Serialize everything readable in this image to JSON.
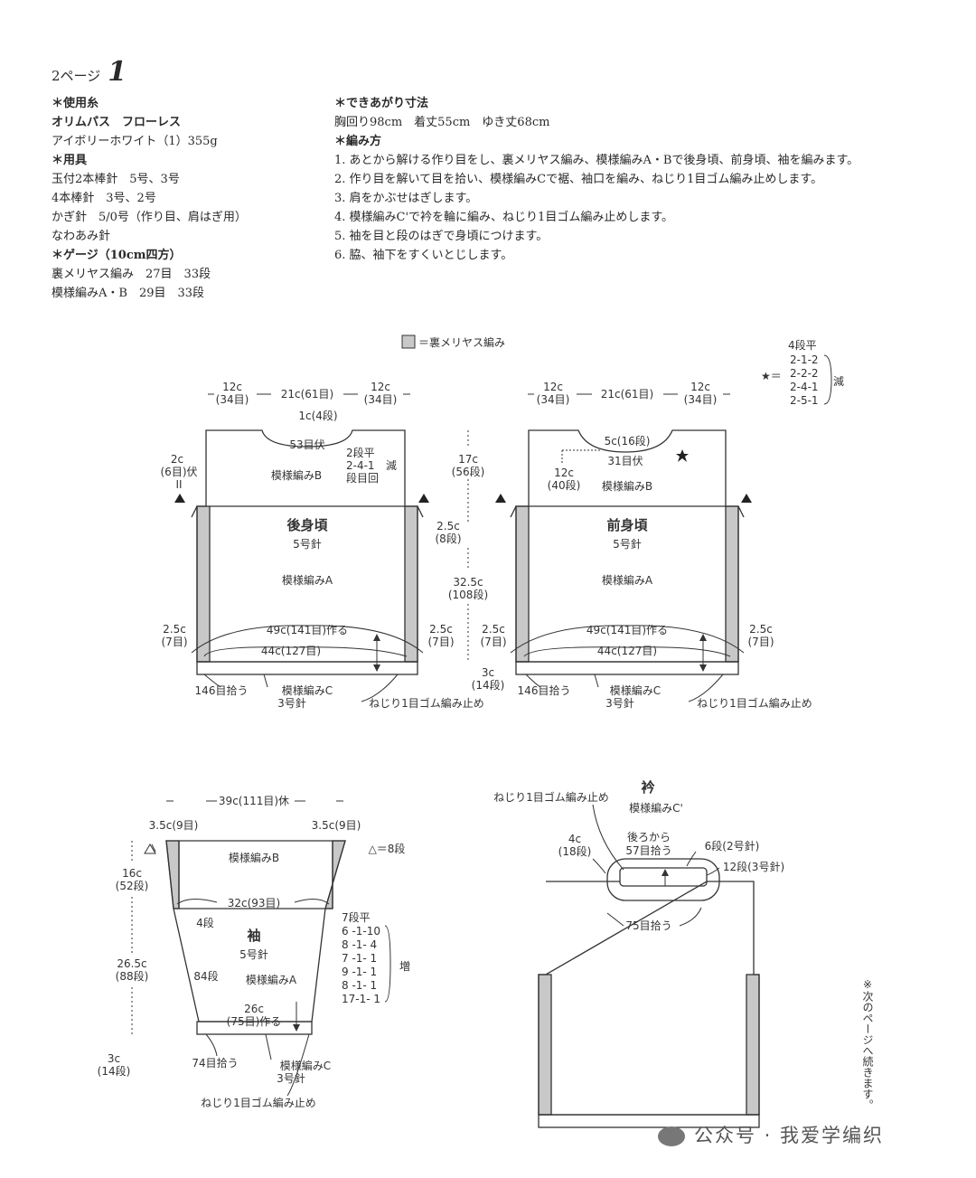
{
  "header": {
    "page": "2ページ",
    "number": "1"
  },
  "materials": {
    "yarn_h": "＊使用糸",
    "yarn_brand": "オリムパス　フローレス",
    "yarn_color": "アイボリーホワイト（1）355g",
    "tools_h": "＊用具",
    "tool1": "玉付2本棒針　5号、3号",
    "tool2": "4本棒針　3号、2号",
    "tool3": "かぎ針　5/0号（作り目、肩はぎ用）",
    "tool4": "なわあみ針",
    "gauge_h": "＊ゲージ（10cm四方）",
    "gauge1": "裏メリヤス編み　27目　33段",
    "gauge2": "模様編みA・B　29目　33段"
  },
  "finish": {
    "size_h": "＊できあがり寸法",
    "size": "胸回り98cm　着丈55cm　ゆき丈68cm",
    "method_h": "＊編み方",
    "steps": [
      "1. あとから解ける作り目をし、裏メリヤス編み、模様編みA・Bで後身頃、前身頃、袖を編みます。",
      "2. 作り目を解いて目を拾い、模様編みCで裾、袖口を編み、ねじり1目ゴム編み止めします。",
      "3. 肩をかぶせはぎします。",
      "4. 模様編みC'で衿を輪に編み、ねじり1目ゴム編み止めします。",
      "5. 袖を目と段のはぎで身頃につけます。",
      "6. 脇、袖下をすくいとじします。"
    ]
  },
  "legend": {
    "ura": "＝裏メリヤス編み"
  },
  "colors": {
    "shade": "#c8c8c8",
    "line": "#333333"
  },
  "back": {
    "top_l1": "12c",
    "top_l2": "(34目)",
    "top_m": "21c(61目)",
    "top_r1": "12c",
    "top_r2": "(34目)",
    "neck1": "1c(4段)",
    "neck2": "53目伏",
    "neck_dec1": "2段平",
    "neck_dec2": "2-4-1",
    "neck_dec3": "減",
    "neck_dec4": "段目回",
    "patB": "模様編みB",
    "sh1": "2c",
    "sh2": "(6目)伏",
    "sh3": "II",
    "title": "後身頃",
    "needle": "5号針",
    "patA": "模様編みA",
    "cast": "49c(141目)作る",
    "width": "44c(127目)",
    "side_l1": "2.5c",
    "side_l2": "(7目)",
    "side_r1": "2.5c",
    "side_r2": "(7目)",
    "pick": "146目拾う",
    "patC": "模様編みC",
    "needle3": "3号針",
    "bind": "ねじり1目ゴム編み止め"
  },
  "center": {
    "v1": "17c",
    "v1b": "(56段)",
    "v2": "2.5c",
    "v2b": "(8段)",
    "v3": "32.5c",
    "v3b": "(108段)",
    "v4": "3c",
    "v4b": "(14段)"
  },
  "front": {
    "top_l1": "12c",
    "top_l2": "(34目)",
    "top_m": "21c(61目)",
    "top_r1": "12c",
    "top_r2": "(34目)",
    "neck1": "5c(16段)",
    "neck2": "31目伏",
    "side1": "12c",
    "side2": "(40段)",
    "patB": "模様編みB",
    "title": "前身頃",
    "needle": "5号針",
    "patA": "模様編みA",
    "cast": "49c(141目)作る",
    "width": "44c(127目)",
    "side_l1": "2.5c",
    "side_l2": "(7目)",
    "side_r1": "2.5c",
    "side_r2": "(7目)",
    "pick": "146目拾う",
    "patC": "模様編みC",
    "needle3": "3号針",
    "bind": "ねじり1目ゴム編み止め"
  },
  "dec_table": {
    "head": "4段平",
    "rows": [
      "2-1-2",
      "2-2-2",
      "2-4-1",
      "2-5-1"
    ],
    "label": "減",
    "star": "★＝"
  },
  "sleeve": {
    "top": "39c(111目)休",
    "l1": "3.5c(9目)",
    "r1": "3.5c(9目)",
    "tri": "△＝8段",
    "patB": "模様編みB",
    "v1": "16c",
    "v1b": "(52段)",
    "mid": "32c(93目)",
    "four": "4段",
    "title": "袖",
    "needle": "5号針",
    "patA": "模様編みA",
    "e84": "84段",
    "v2": "26.5c",
    "v2b": "(88段)",
    "cast1": "26c",
    "cast2": "(75目)作る",
    "v3": "3c",
    "v3b": "(14段)",
    "pick": "74目拾う",
    "patC": "模様編みC",
    "needle3": "3号針",
    "bind": "ねじり1目ゴム編み止め",
    "inc_head": "7段平",
    "inc_rows": [
      "6 -1-10",
      "8 -1- 4",
      "7 -1- 1",
      "9 -1- 1",
      "8 -1- 1",
      "17-1- 1"
    ],
    "inc_label": "増"
  },
  "collar": {
    "title": "衿",
    "pattern": "模様編みC'",
    "bind": "ねじり1目ゴム編み止め",
    "l1": "4c",
    "l2": "(18段)",
    "back1": "後ろから",
    "back2": "57目拾う",
    "r1": "6段(2号針)",
    "r2": "12段(3号針)",
    "pick": "75目拾う"
  },
  "note": "※次のページへ続きます。",
  "watermark": "公众号 · 我爱学编织"
}
